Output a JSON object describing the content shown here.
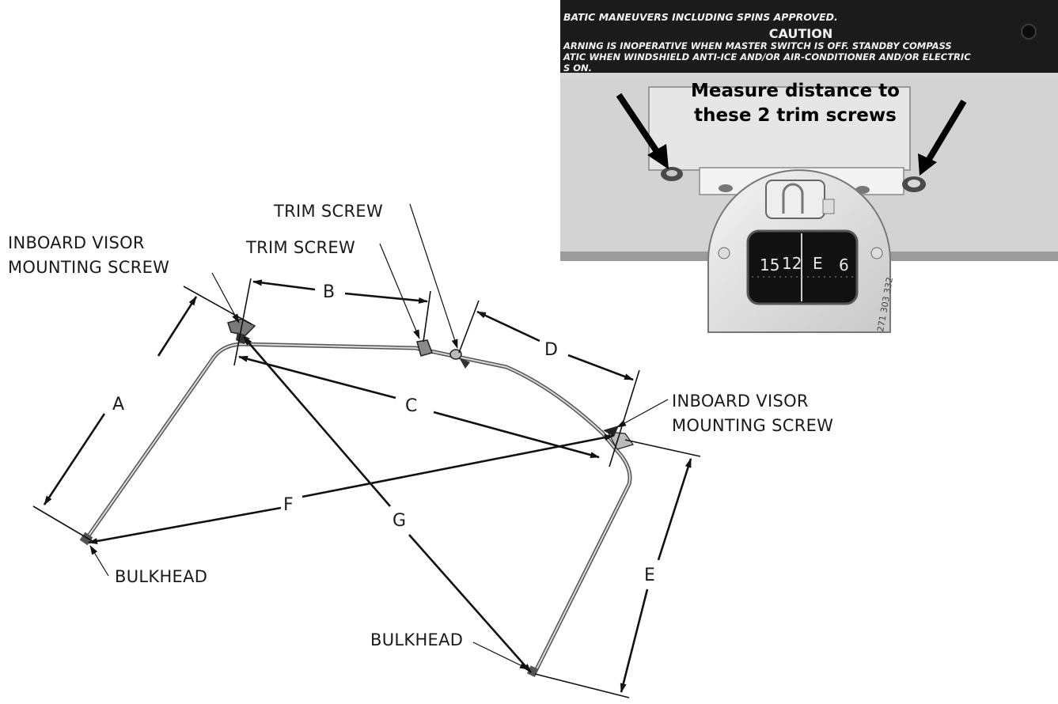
{
  "photo": {
    "placard_line1": "BATIC MANEUVERS INCLUDING SPINS APPROVED.",
    "caution_title": "CAUTION",
    "placard_line2": "ARNING IS INOPERATIVE WHEN MASTER SWITCH IS OFF.  STANDBY COMPASS",
    "placard_line3": "ATIC WHEN WINDSHIELD ANTI-ICE AND/OR AIR-CONDITIONER AND/OR ELECTRIC",
    "placard_line4": "S ON.",
    "instruction_line1": "Measure distance to",
    "instruction_line2": "these 2 trim screws",
    "compass_cards": [
      "15",
      "12",
      "E",
      "6"
    ],
    "compass_side_text": "271 303 332"
  },
  "diagram": {
    "labels": {
      "trim_screw_top": "TRIM SCREW",
      "trim_screw_mid": "TRIM SCREW",
      "inboard_left": [
        "INBOARD VISOR",
        "MOUNTING SCREW"
      ],
      "inboard_right": [
        "INBOARD VISOR",
        "MOUNTING SCREW"
      ],
      "bulkhead_left": "BULKHEAD",
      "bulkhead_bottom": "BULKHEAD"
    },
    "dimensions": [
      "A",
      "B",
      "C",
      "D",
      "E",
      "F",
      "G"
    ]
  },
  "colors": {
    "line": "#111111",
    "frame": "#555555",
    "photo_panel": "#1b1b1b",
    "photo_surface": "#d6d6d6"
  }
}
